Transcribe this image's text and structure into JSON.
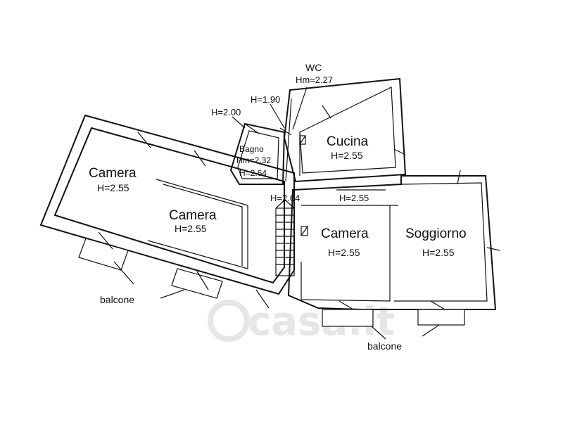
{
  "rooms": {
    "camera_left": {
      "name": "Camera",
      "height": "H=2.55"
    },
    "camera_mid": {
      "name": "Camera",
      "height": "H=2.55"
    },
    "bagno": {
      "name": "Bagno",
      "height": "Hm=2.32",
      "height2": "H=2.64"
    },
    "wc": {
      "name": "WC",
      "height": "Hm=2.27"
    },
    "cucina": {
      "name": "Cucina",
      "height": "H=2.55"
    },
    "camera_right": {
      "name": "Camera",
      "height": "H=2.55"
    },
    "soggiorno": {
      "name": "Soggiorno",
      "height": "H=2.55"
    }
  },
  "heights": {
    "h200": "H=2.00",
    "h190": "H=1.90",
    "corridor": "H=2.64",
    "passage": "H=2.55"
  },
  "balconies": {
    "left": "balcone",
    "right": "balcone"
  },
  "watermark": "casa.it",
  "colors": {
    "line": "#111111",
    "background": "#ffffff",
    "watermark": "#e6e6e6"
  }
}
